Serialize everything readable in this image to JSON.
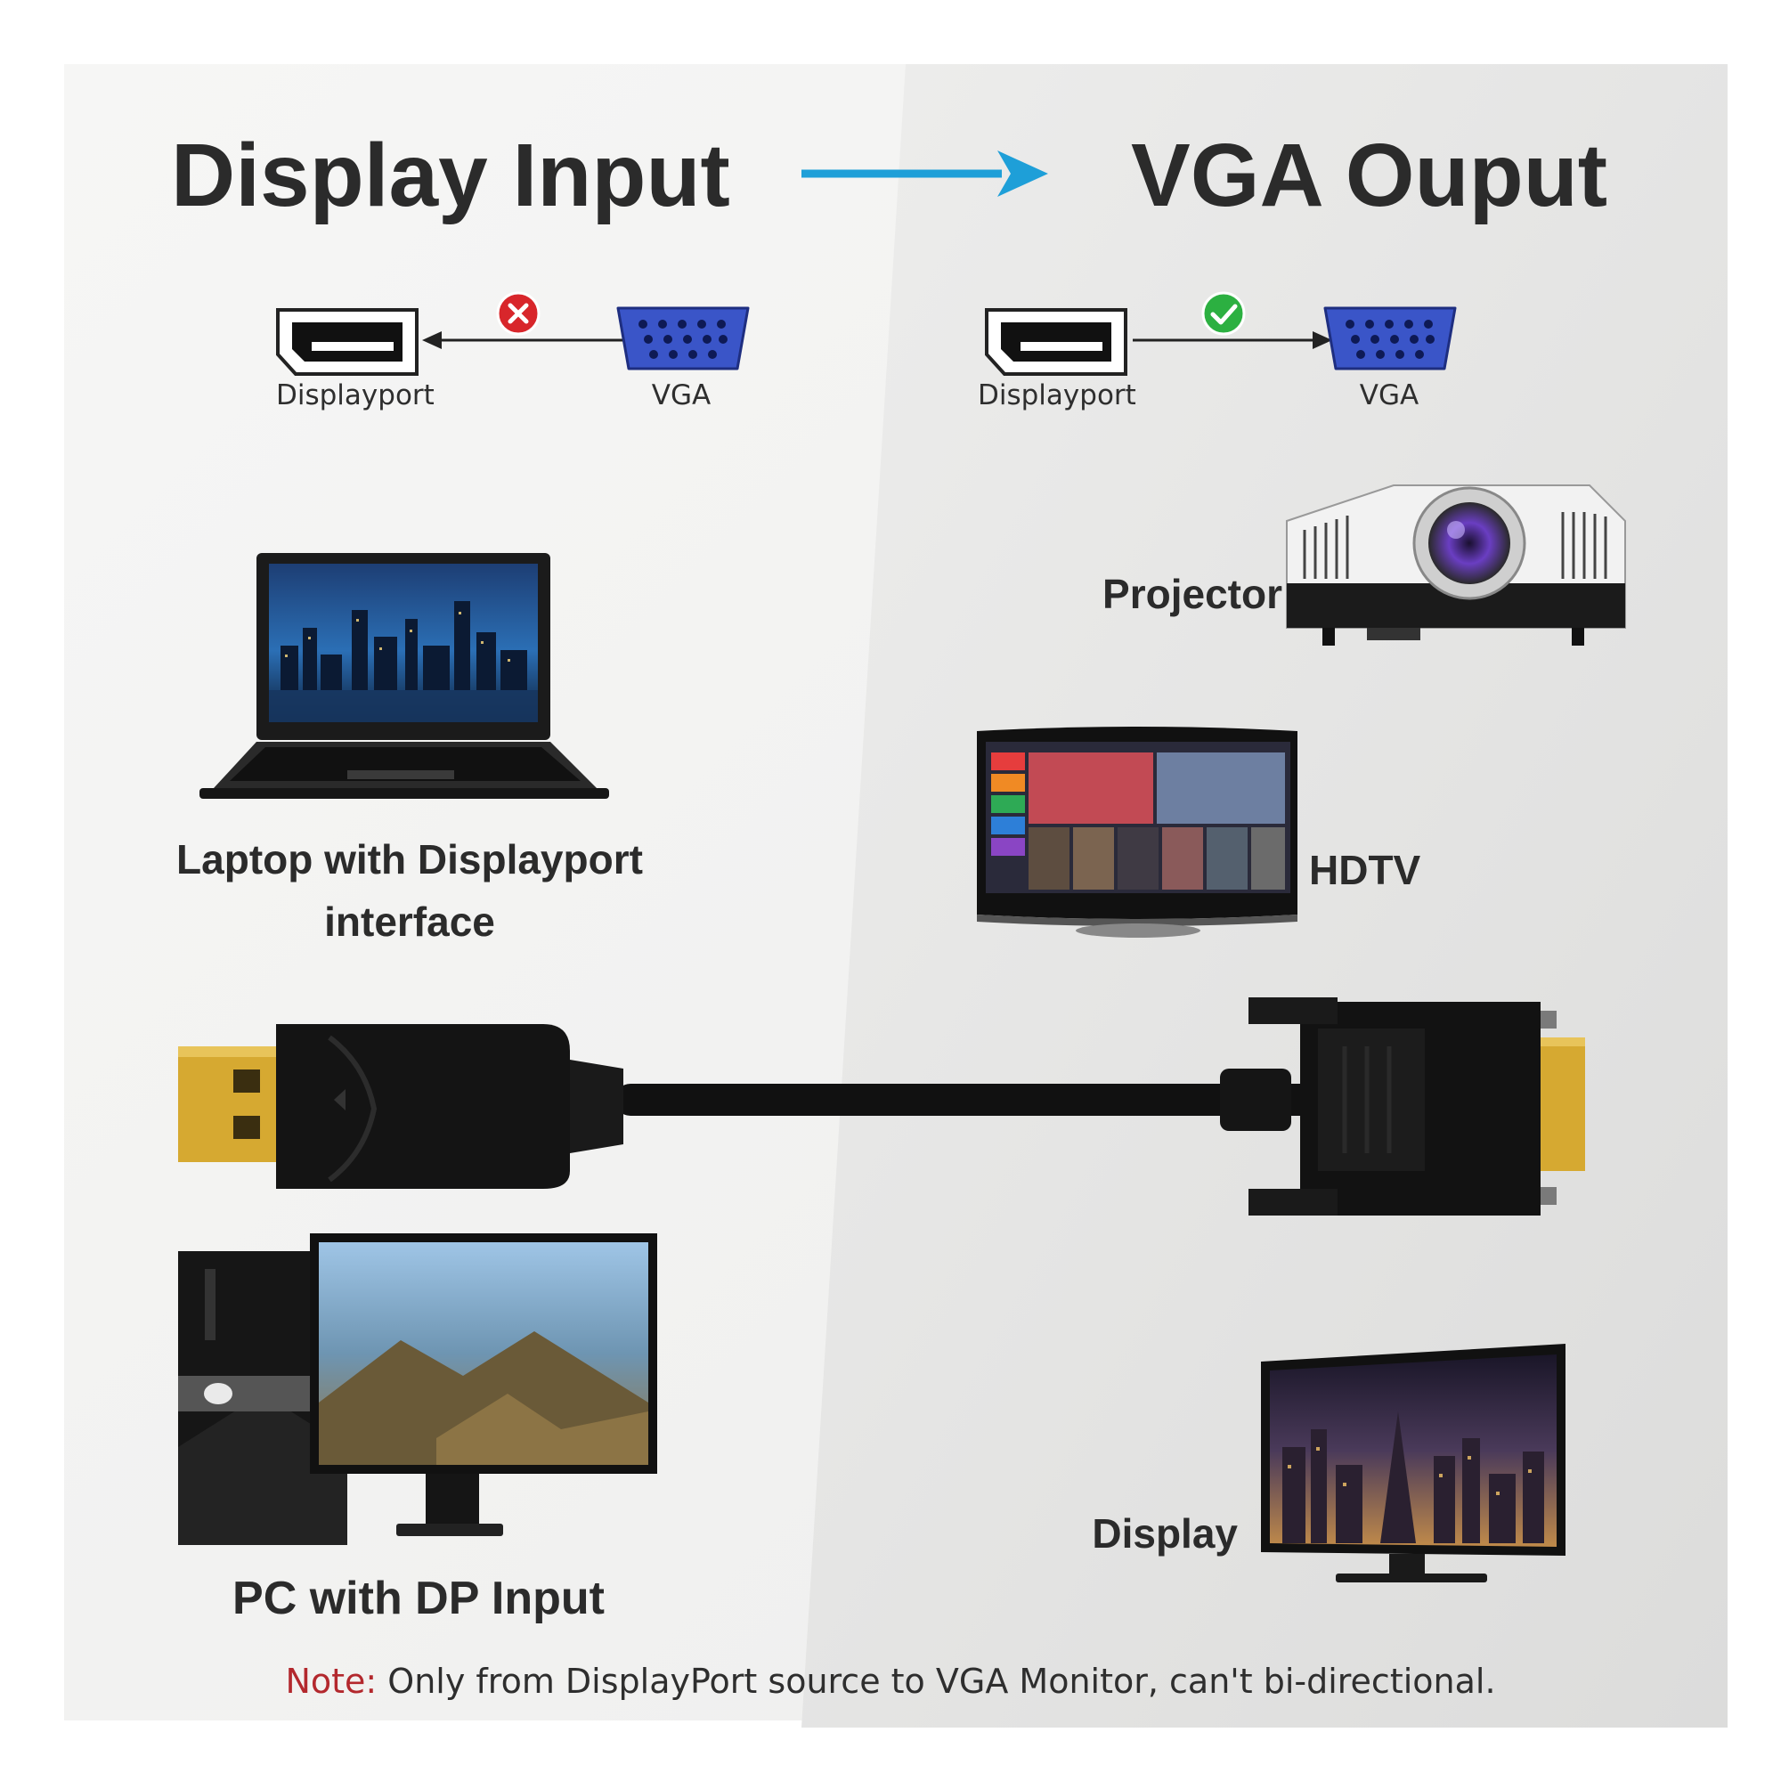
{
  "headings": {
    "input": "Display Input",
    "output": "VGA Ouput"
  },
  "colors": {
    "arrow": "#1e9fd8",
    "vga_blue": "#3a55c8",
    "cross_red": "#d8262b",
    "check_green": "#2cb041",
    "note_red": "#b3282d",
    "gold": "#d6a931",
    "panel_left": "#f4f4f3",
    "panel_right": "#e4e4e3"
  },
  "diagrams": {
    "left": {
      "from": "Displayport",
      "to": "VGA",
      "status": "cross-icon"
    },
    "right": {
      "from": "Displayport",
      "to": "VGA",
      "status": "check-icon"
    }
  },
  "devices": {
    "laptop": "Laptop with Displayport interface",
    "pc": "PC with DP Input",
    "projector": "Projector",
    "hdtv": "HDTV",
    "display": "Display"
  },
  "note": {
    "label": "Note:",
    "text": " Only from DisplayPort source to VGA Monitor, can't bi-directional."
  }
}
